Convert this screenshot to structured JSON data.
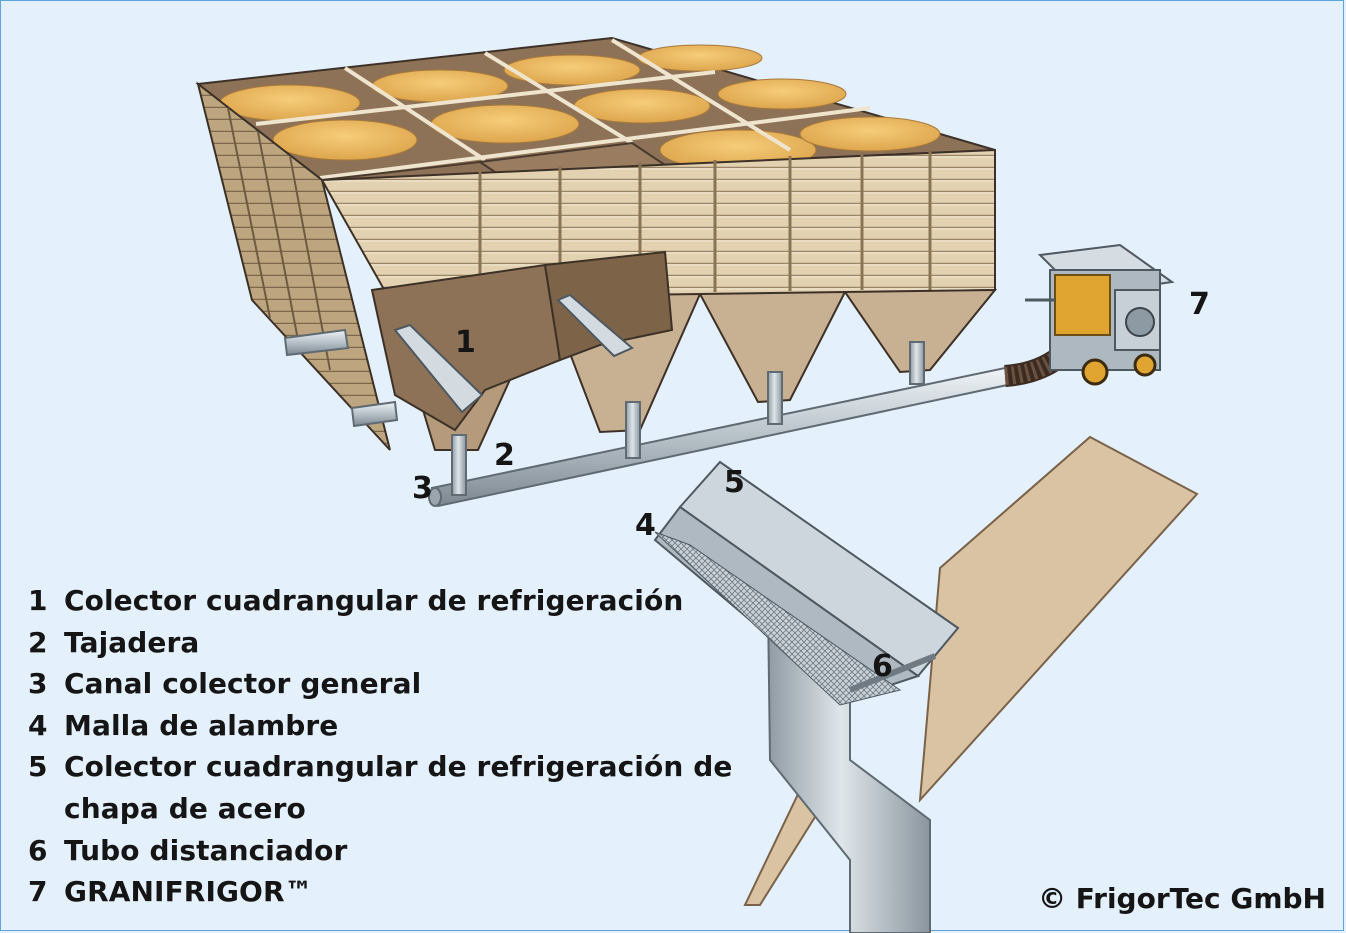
{
  "callouts": {
    "n1": "1",
    "n2": "2",
    "n3": "3",
    "n4": "4",
    "n5": "5",
    "n6": "6",
    "n7": "7"
  },
  "legend": [
    {
      "number": "1",
      "text": "Colector cuadrangular de refrigeración"
    },
    {
      "number": "2",
      "text": "Tajadera"
    },
    {
      "number": "3",
      "text": "Canal colector general"
    },
    {
      "number": "4",
      "text": "Malla de alambre"
    },
    {
      "number": "5",
      "text": "Colector cuadrangular de refrigeración de chapa de acero"
    },
    {
      "number": "6",
      "text": "Tubo distanciador"
    },
    {
      "number": "7",
      "text": "GRANIFRIGOR™"
    }
  ],
  "copyright": "© FrigorTec GmbH",
  "colors": {
    "background": "#e4f0fb",
    "wood_light": "#e0cfae",
    "wood_dark": "#8d7257",
    "grain": "#e8b55b",
    "steel": "#b9c3cb",
    "border": "#5aa6d8"
  }
}
